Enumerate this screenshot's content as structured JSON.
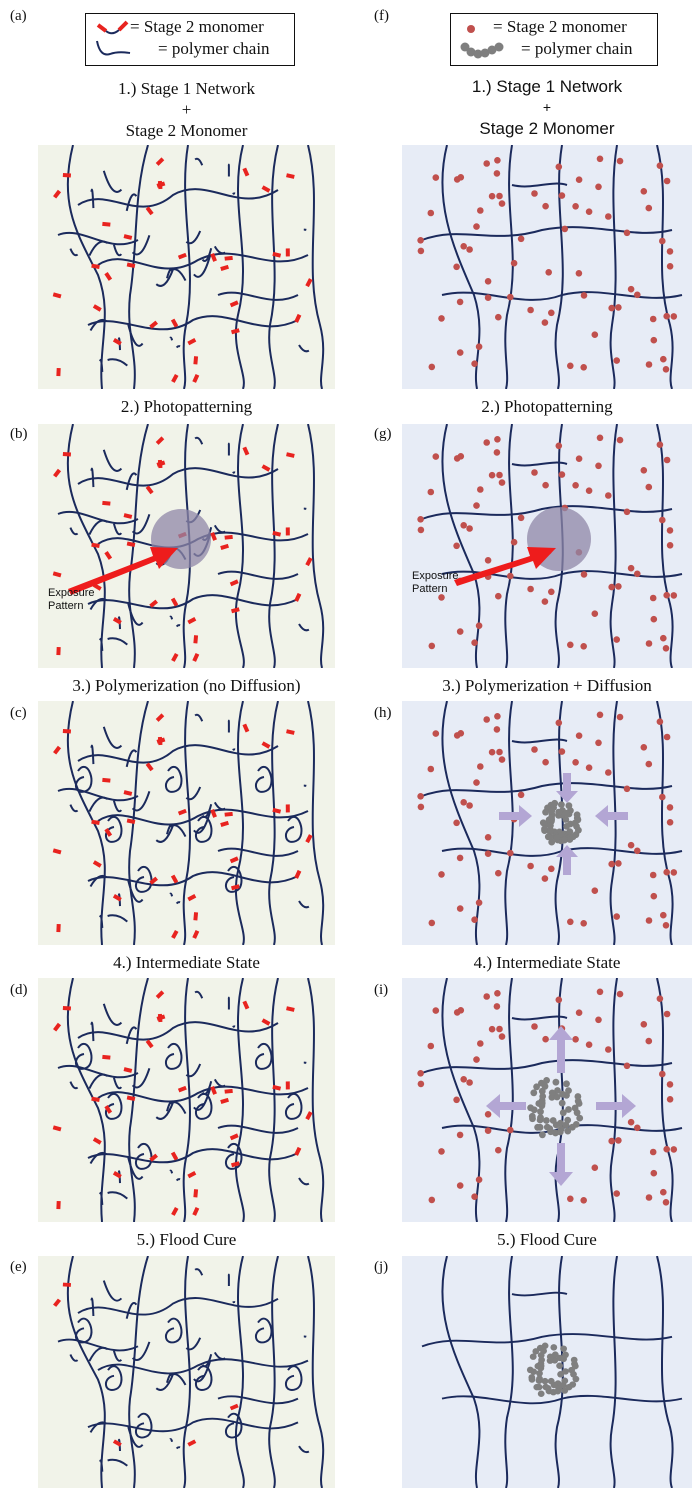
{
  "left": {
    "legend": {
      "monomer_label": "= Stage 2 monomer",
      "chain_label": "= polymer chain"
    },
    "panels": [
      {
        "letter": "(a)",
        "caption_line1": "1.) Stage 1 Network",
        "caption_line2": "+",
        "caption_line3": "Stage 2 Monomer"
      },
      {
        "letter": "(b)",
        "caption": "2.) Photopatterning",
        "exposure_label_line1": "Exposure",
        "exposure_label_line2": "Pattern"
      },
      {
        "letter": "(c)",
        "caption": "3.) Polymerization (no Diffusion)"
      },
      {
        "letter": "(d)",
        "caption": "4.) Intermediate State"
      },
      {
        "letter": "(e)",
        "caption": "5.) Flood Cure"
      }
    ]
  },
  "right": {
    "legend": {
      "monomer_label": "= Stage 2 monomer",
      "chain_label": "= polymer chain"
    },
    "panels": [
      {
        "letter": "(f)",
        "caption_line1": "1.) Stage 1 Network",
        "caption_line2": "+",
        "caption_line3": "Stage 2 Monomer"
      },
      {
        "letter": "(g)",
        "caption": "2.) Photopatterning",
        "exposure_label_line1": "Exposure",
        "exposure_label_line2": "Pattern"
      },
      {
        "letter": "(h)",
        "caption": "3.) Polymerization + Diffusion"
      },
      {
        "letter": "(i)",
        "caption": "4.) Intermediate State"
      },
      {
        "letter": "(j)",
        "caption": "5.) Flood Cure"
      }
    ]
  },
  "colors": {
    "chain": "#1b2a5c",
    "monomer_red": "#e8231f",
    "dot": "#c0504d",
    "polymer_gray": "#7f7f7f",
    "exposure_disk": "#8f87a7",
    "arrow_purple": "#b3a6d4",
    "arrow_red": "#ee1c1c",
    "left_bg": "#f1f3e9",
    "right_bg": "#e7ecf6"
  }
}
